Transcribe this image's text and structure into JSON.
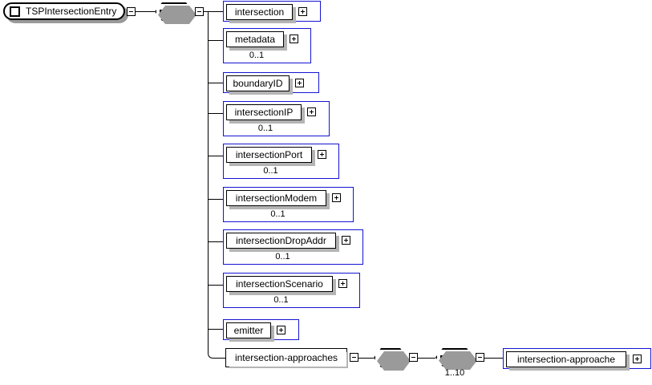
{
  "diagram": {
    "type": "xml-schema-tree",
    "root": {
      "label": "TSPIntersectionEntry",
      "icon": "element-square-icon",
      "expander": "minus"
    },
    "root_sequence": {
      "icon": "sequence-icon",
      "expander": "minus"
    },
    "children": [
      {
        "label": "intersection",
        "cardinality": "",
        "expander": "plus",
        "style": "blue"
      },
      {
        "label": "metadata",
        "cardinality": "0..1",
        "expander": "plus",
        "style": "blue"
      },
      {
        "label": "boundaryID",
        "cardinality": "",
        "expander": "plus",
        "style": "blue"
      },
      {
        "label": "intersectionIP",
        "cardinality": "0..1",
        "expander": "plus",
        "style": "blue"
      },
      {
        "label": "intersectionPort",
        "cardinality": "0..1",
        "expander": "plus",
        "style": "blue"
      },
      {
        "label": "intersectionModem",
        "cardinality": "0..1",
        "expander": "plus",
        "style": "blue"
      },
      {
        "label": "intersectionDropAddr",
        "cardinality": "0..1",
        "expander": "plus",
        "style": "blue"
      },
      {
        "label": "intersectionScenario",
        "cardinality": "0..1",
        "expander": "plus",
        "style": "blue"
      },
      {
        "label": "emitter",
        "cardinality": "",
        "expander": "plus",
        "style": "blue"
      },
      {
        "label": "intersection-approaches",
        "cardinality": "",
        "expander": "minus",
        "style": "black"
      }
    ],
    "branch": {
      "complex_type": {
        "icon": "complex-type-icon",
        "expander": "minus"
      },
      "sequence": {
        "icon": "sequence-icon",
        "expander": "minus",
        "cardinality": "1..10"
      },
      "leaf": {
        "label": "intersection-approache",
        "expander": "plus",
        "style": "blue"
      }
    },
    "colors": {
      "element_border": "#1414d2",
      "line": "#000000",
      "label_border": "#000000",
      "shadow": "#b4b4b4",
      "background": "#ffffff"
    }
  }
}
